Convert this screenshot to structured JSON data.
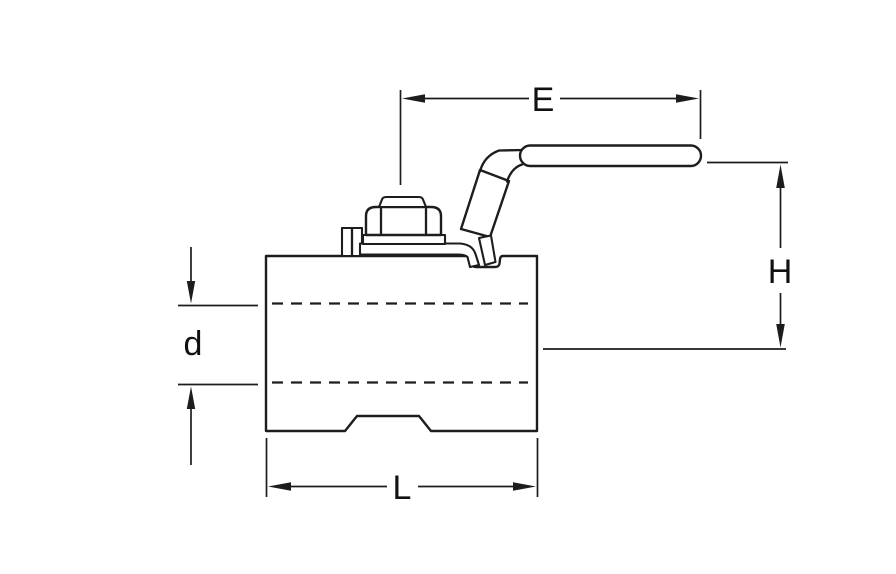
{
  "diagram": {
    "background_color": "#ffffff",
    "line_color": "#1d1d1d",
    "labels": {
      "e": "E",
      "h": "H",
      "d": "d",
      "l": "L"
    }
  }
}
